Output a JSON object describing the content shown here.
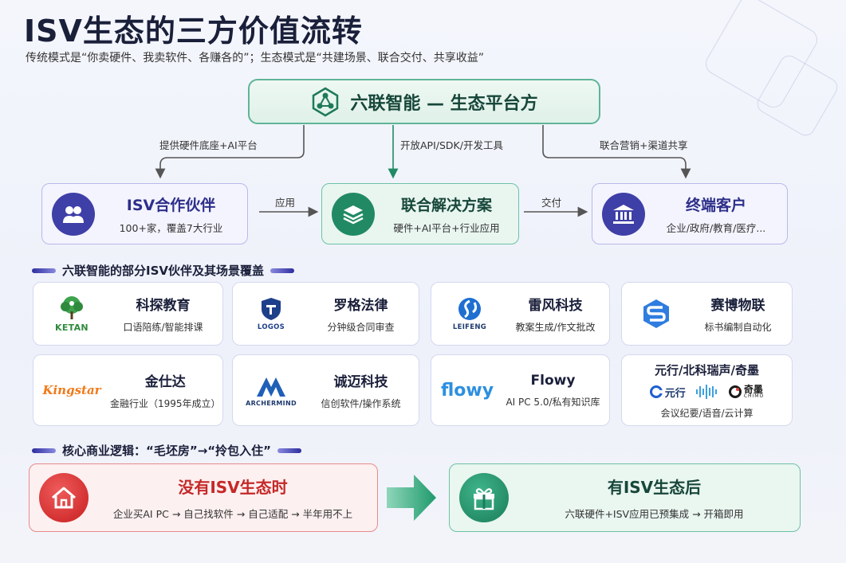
{
  "title": "ISV生态的三方价值流转",
  "subtitle": "传统模式是“你卖硬件、我卖软件、各赚各的”；生态模式是“共建场景、联合交付、共享收益”",
  "platform": {
    "name": "六联智能 — 生态平台方"
  },
  "connectors": {
    "left": "提供硬件底座+AI平台",
    "center": "开放API/SDK/开发工具",
    "right": "联合营销+渠道共享",
    "apply": "应用",
    "deliver": "交付"
  },
  "nodes": {
    "isv": {
      "title": "ISV合作伙伴",
      "desc": "100+家，覆盖7大行业"
    },
    "solution": {
      "title": "联合解决方案",
      "desc": "硬件+AI平台+行业应用"
    },
    "customer": {
      "title": "终端客户",
      "desc": "企业/政府/教育/医疗..."
    }
  },
  "partners_section": {
    "title": "六联智能的部分ISV伙伴及其场景覆盖"
  },
  "partners": [
    {
      "name": "科探教育",
      "desc": "口语陪练/智能排课",
      "logo_text": "KETAN"
    },
    {
      "name": "罗格法律",
      "desc": "分钟级合同审查",
      "logo_text": "LOGOS"
    },
    {
      "name": "雷风科技",
      "desc": "教案生成/作文批改",
      "logo_text": "LEIFENG"
    },
    {
      "name": "赛博物联",
      "desc": "标书编制自动化",
      "logo_text": ""
    },
    {
      "name": "金仕达",
      "desc": "金融行业（1995年成立）",
      "logo_text": "Kingstar"
    },
    {
      "name": "诚迈科技",
      "desc": "信创软件/操作系统",
      "logo_text": "ARCHERMIND"
    },
    {
      "name": "Flowy",
      "desc": "AI PC 5.0/私有知识库",
      "logo_text": "flowy"
    },
    {
      "name": "元行/北科瑞声/奇墨",
      "desc": "会议纪要/语音/云计算",
      "logo_text_a": "元行",
      "logo_text_c": "奇墨",
      "logo_text_c_sub": "CHIMO"
    }
  ],
  "logic_section": {
    "title": "核心商业逻辑：“毛坯房”→“拎包入住”"
  },
  "before": {
    "title": "没有ISV生态时",
    "desc": "企业买AI PC → 自己找软件 → 自己适配 → 半年用不上"
  },
  "after": {
    "title": "有ISV生态后",
    "desc": "六联硬件+ISV应用已预集成 → 开箱即用"
  }
}
